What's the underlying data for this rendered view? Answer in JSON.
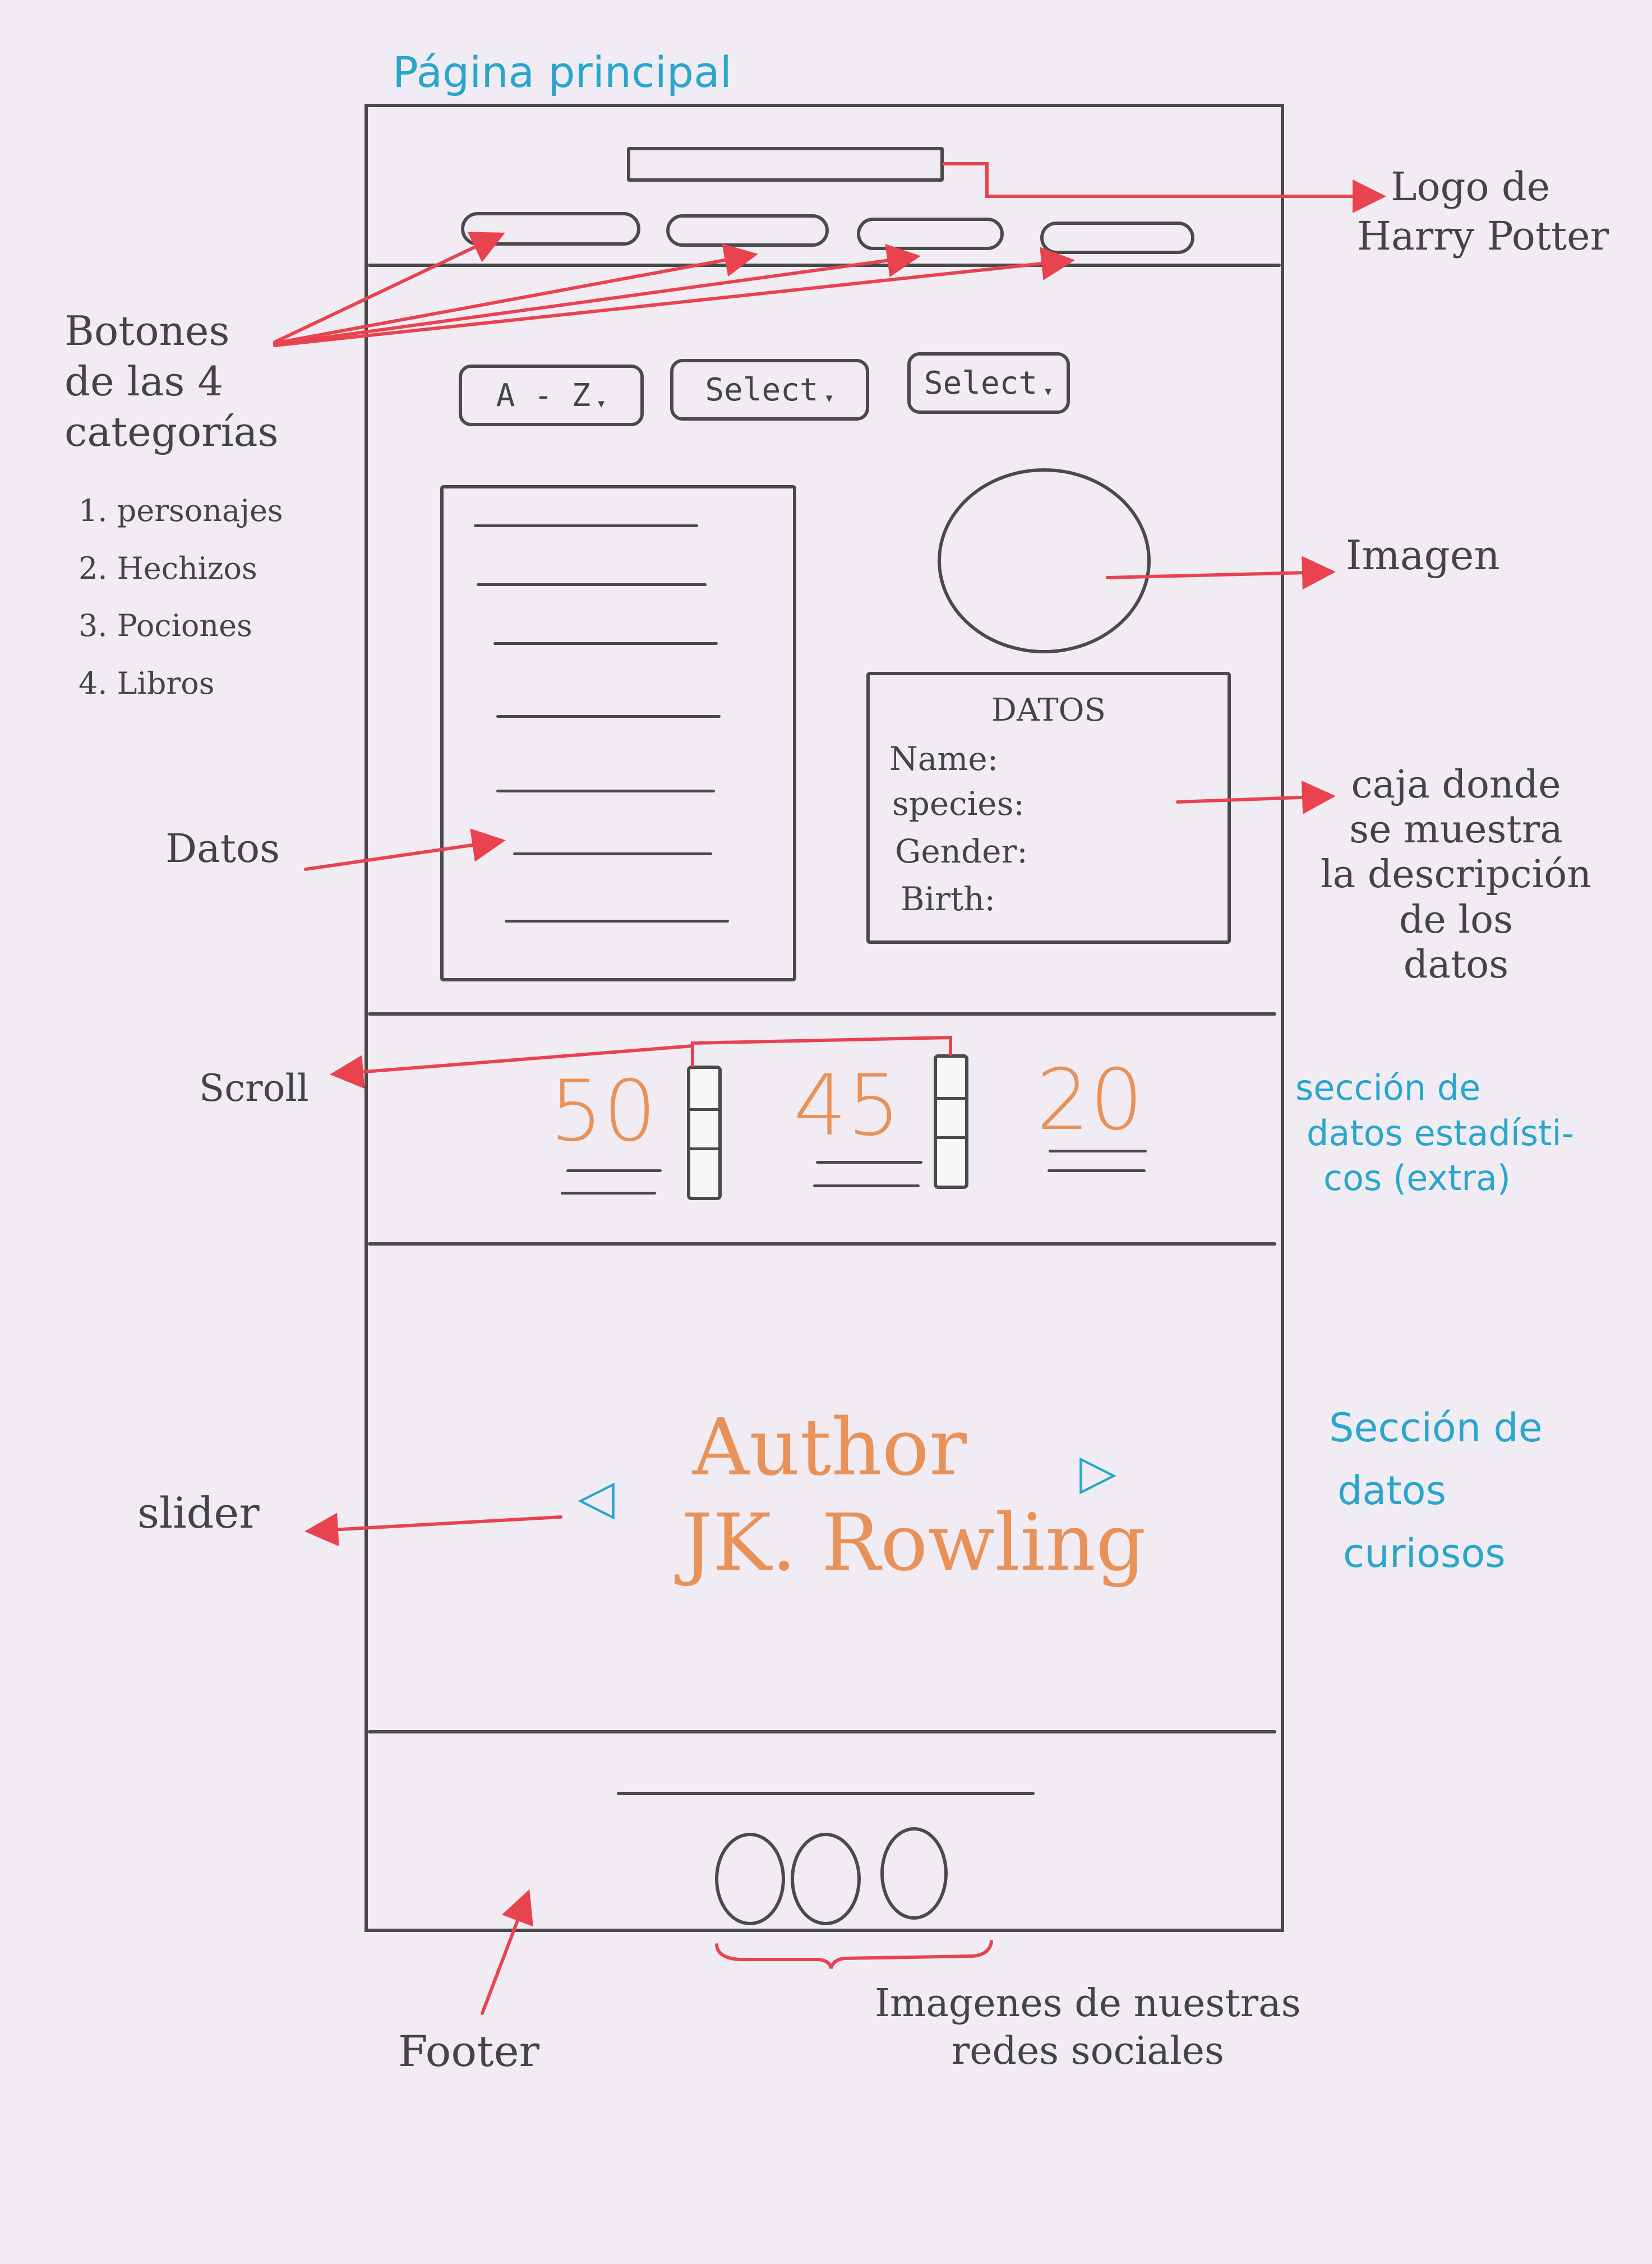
{
  "page_title": "Página principal",
  "annotations": {
    "logo": [
      "Logo de",
      "Harry Potter"
    ],
    "buttons_note": [
      "Botones",
      "de las 4",
      "categorías"
    ],
    "categories": [
      "1. personajes",
      "2. Hechizos",
      "3. Pociones",
      "4. Libros"
    ],
    "image": "Imagen",
    "datos": "Datos",
    "description_box": [
      "caja donde",
      "se muestra",
      "la descripción",
      "de los",
      "datos"
    ],
    "scroll": "Scroll",
    "stats_section": [
      "sección de",
      "datos estadísti-",
      "cos (extra)"
    ],
    "slider": "slider",
    "curious_section": [
      "Sección de",
      "datos",
      "curiosos"
    ],
    "footer": "Footer",
    "social": [
      "Imagenes de nuestras",
      "redes sociales"
    ]
  },
  "filters": [
    {
      "label": "A - Z",
      "caret": "▾"
    },
    {
      "label": "Select",
      "caret": "▾"
    },
    {
      "label": "Select",
      "caret": "▾"
    }
  ],
  "data_box": {
    "title": "DATOS",
    "fields": [
      "Name:",
      "species:",
      "Gender:",
      "Birth:"
    ]
  },
  "stats": [
    "50",
    "45",
    "20"
  ],
  "slider": {
    "prev_icon": "◁",
    "next_icon": "▷",
    "line1": "Author",
    "line2": "JK. Rowling"
  },
  "colors": {
    "ink": "#4a4a4a",
    "arrow": "#e8434f",
    "blue": "#2aa6cc",
    "orange": "#e8925a"
  }
}
